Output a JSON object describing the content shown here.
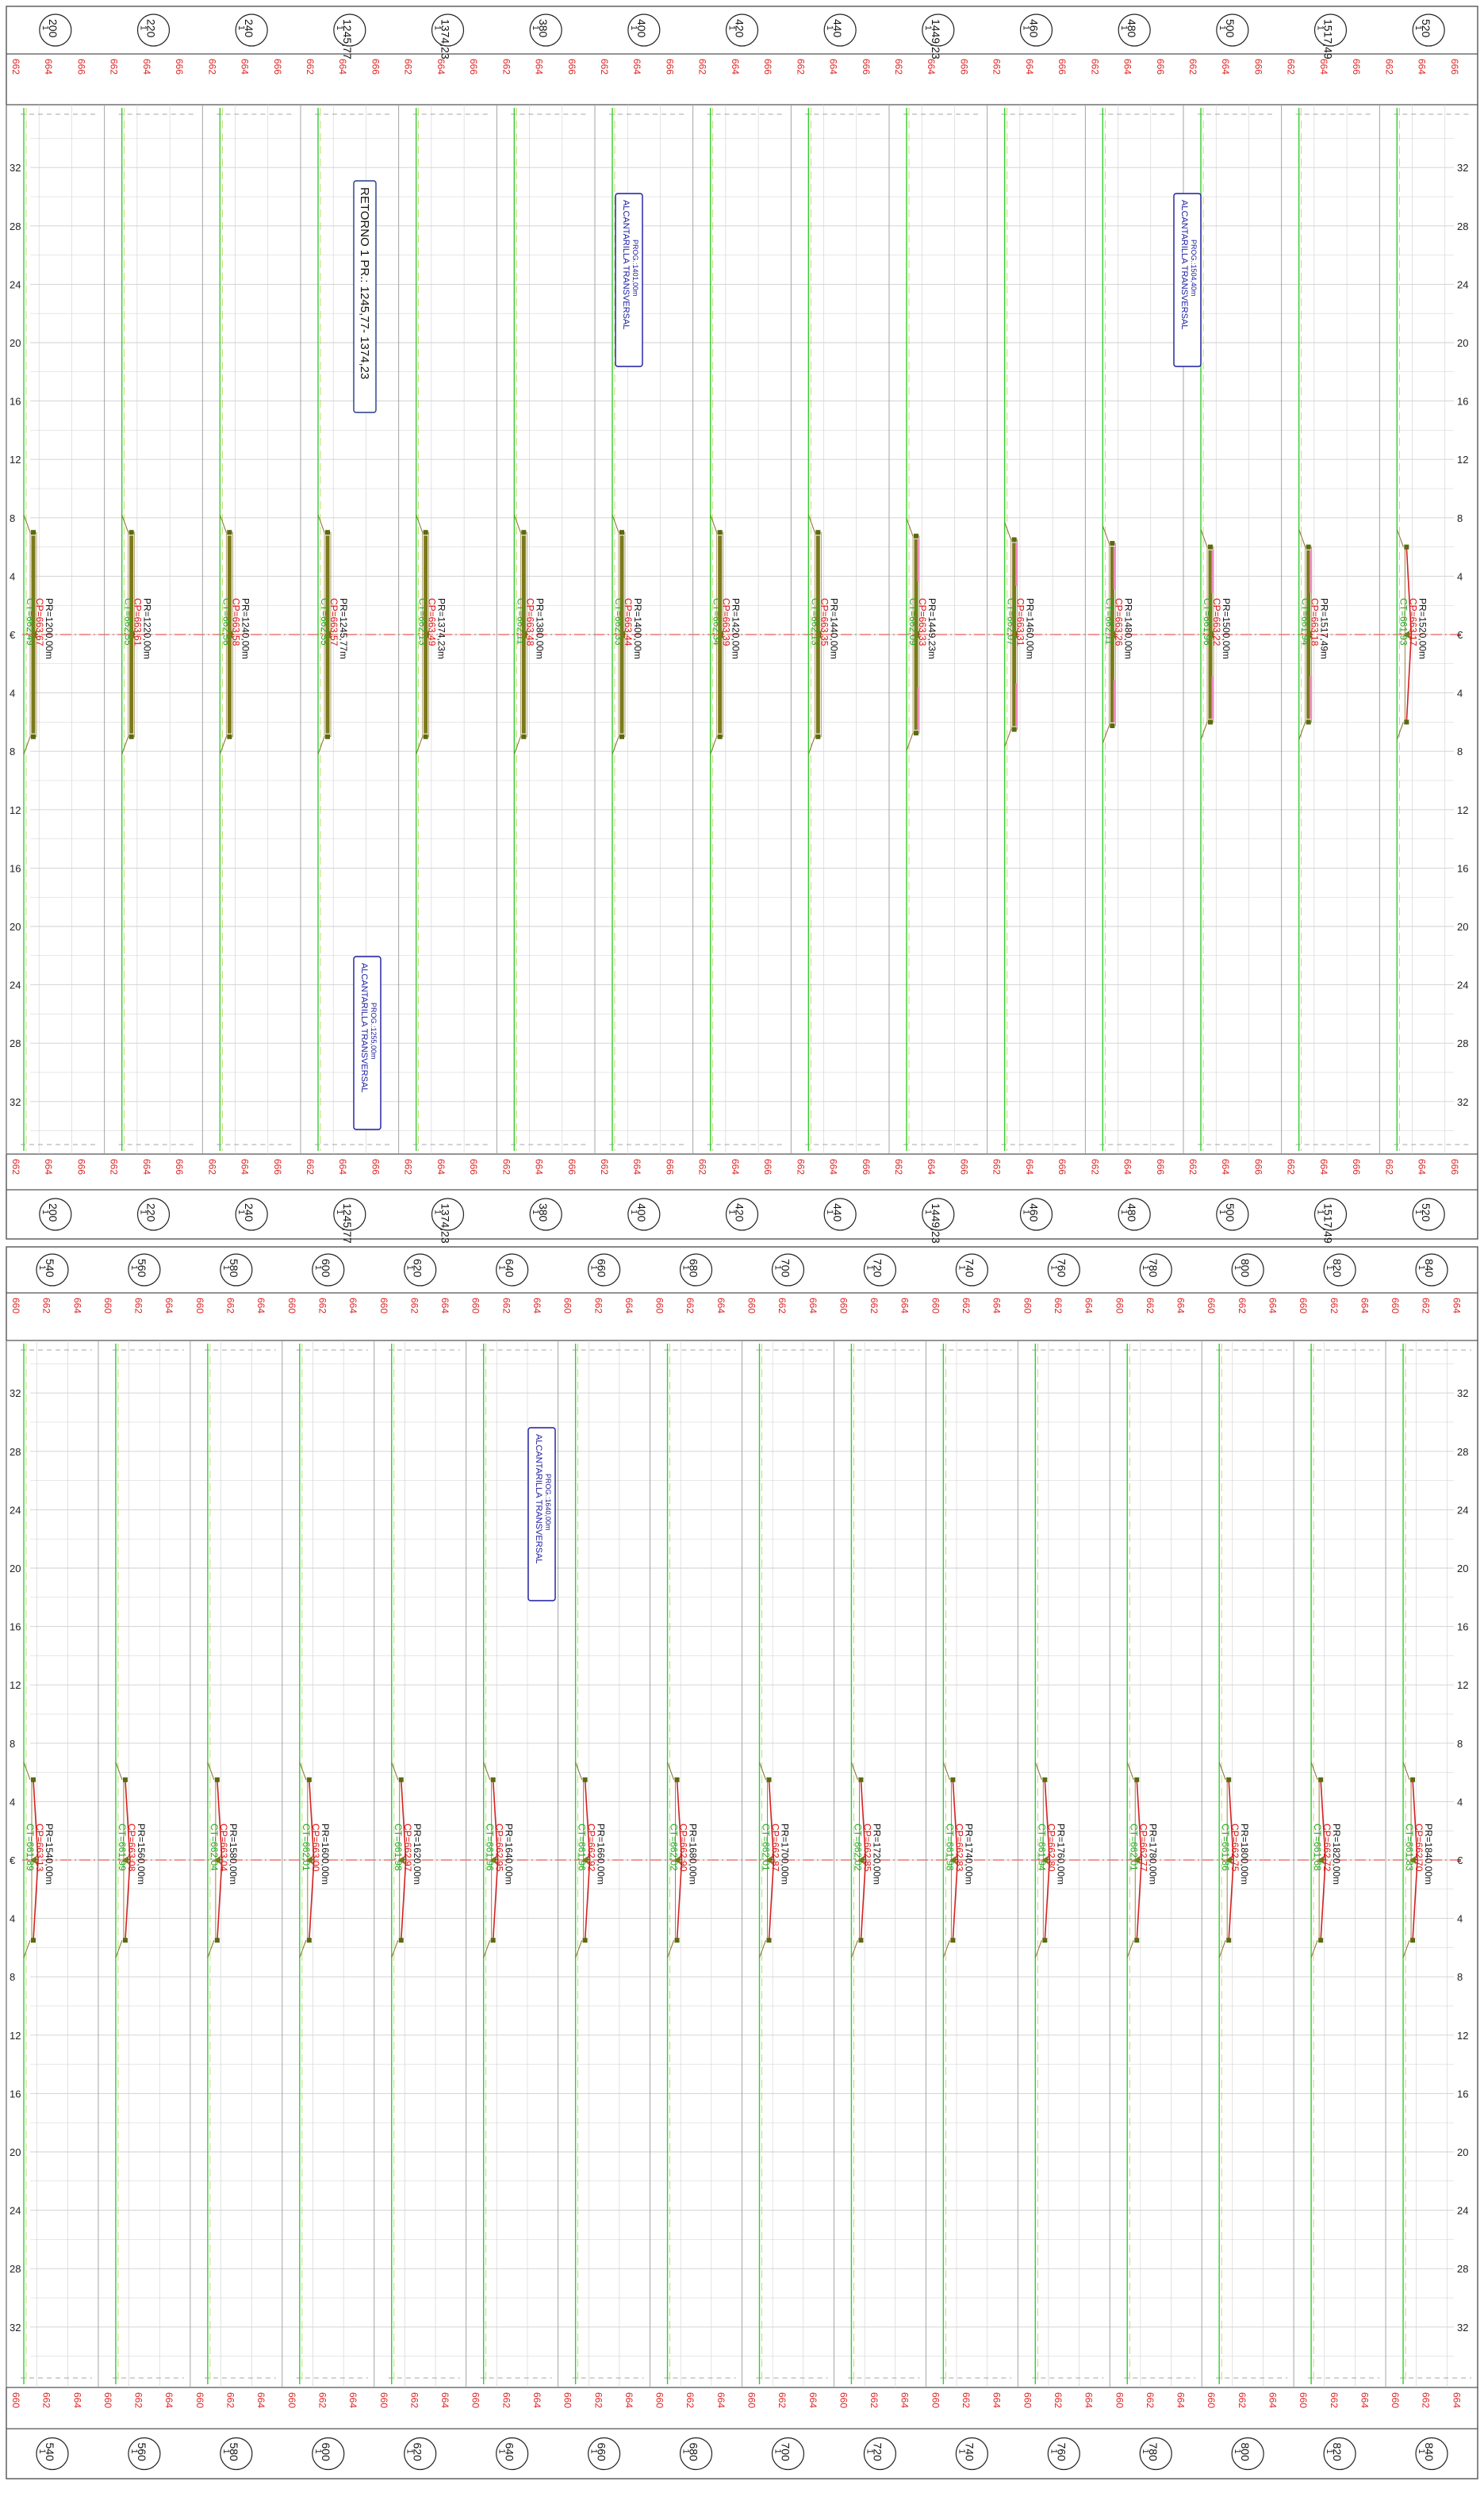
{
  "panels": [
    {
      "id": "upper",
      "sections": [
        {
          "station": "200",
          "pr": "PR=1200,00m",
          "cp": "CP=663,67",
          "ct": "CT=662,49",
          "width_m": 14,
          "style": "grade",
          "pink": false
        },
        {
          "station": "220",
          "pr": "PR=1220,00m",
          "cp": "CP=663,61",
          "ct": "CT=662,55",
          "width_m": 14,
          "style": "grade",
          "pink": false
        },
        {
          "station": "240",
          "pr": "PR=1240,00m",
          "cp": "CP=663,58",
          "ct": "CT=662,56",
          "width_m": 14,
          "style": "grade",
          "pink": false
        },
        {
          "station": "1245,77",
          "pr": "PR=1245,77m",
          "cp": "CP=663,57",
          "ct": "CT=662,55",
          "width_m": 14,
          "style": "grade",
          "pink": false
        },
        {
          "station": "1374,23",
          "pr": "PR=1374,23m",
          "cp": "CP=663,49",
          "ct": "CT=662,13",
          "width_m": 14,
          "style": "grade",
          "pink": false
        },
        {
          "station": "380",
          "pr": "PR=1380,00m",
          "cp": "CP=663,48",
          "ct": "CT=662,11",
          "width_m": 14,
          "style": "grade",
          "pink": false
        },
        {
          "station": "400",
          "pr": "PR=1400,00m",
          "cp": "CP=663,44",
          "ct": "CT=662,33",
          "width_m": 14,
          "style": "grade",
          "pink": false
        },
        {
          "station": "420",
          "pr": "PR=1420,00m",
          "cp": "CP=663,39",
          "ct": "CT=662,34",
          "width_m": 14,
          "style": "grade",
          "pink": false
        },
        {
          "station": "440",
          "pr": "PR=1440,00m",
          "cp": "CP=663,35",
          "ct": "CT=662,13",
          "width_m": 14,
          "style": "grade",
          "pink": false
        },
        {
          "station": "1449,23",
          "pr": "PR=1449,23m",
          "cp": "CP=663,33",
          "ct": "CT=662,09",
          "width_m": 13.5,
          "style": "grade",
          "pink": true
        },
        {
          "station": "460",
          "pr": "PR=1460,00m",
          "cp": "CP=663,31",
          "ct": "CT=662,07",
          "width_m": 13,
          "style": "grade",
          "pink": true
        },
        {
          "station": "480",
          "pr": "PR=1480,00m",
          "cp": "CP=663,26",
          "ct": "CT=662,11",
          "width_m": 12.5,
          "style": "grade",
          "pink": true
        },
        {
          "station": "500",
          "pr": "PR=1500,00m",
          "cp": "CP=663,22",
          "ct": "CT=661,96",
          "width_m": 12,
          "style": "grade",
          "pink": true
        },
        {
          "station": "1517,49",
          "pr": "PR=1517,49m",
          "cp": "CP=663,18",
          "ct": "CT=661,94",
          "width_m": 12,
          "style": "grade",
          "pink": true
        },
        {
          "station": "520",
          "pr": "PR=1520,00m",
          "cp": "CP=663,17",
          "ct": "CT=661,93",
          "width_m": 12,
          "style": "red",
          "pink": false
        }
      ],
      "notes": [
        {
          "title": "RETORNO 1 PR.: 1245,77- 1374,23",
          "sub": "",
          "kind": "retorno"
        },
        {
          "title": "ALCANTARILLA TRANSVERSAL",
          "sub": "PROG.:1401,00m",
          "kind": "culvert"
        },
        {
          "title": "ALCANTARILLA TRANSVERSAL",
          "sub": "PROG.:1504,40m",
          "kind": "culvert"
        },
        {
          "title": "ALCANTARILLA TRANSVERSAL",
          "sub": "PROG.:1255,00m",
          "kind": "culvert"
        }
      ]
    },
    {
      "id": "lower",
      "sections": [
        {
          "station": "540",
          "pr": "PR=1540,00m",
          "cp": "CP=663,13",
          "ct": "CT=661,89",
          "width_m": 11,
          "style": "red",
          "pink": false
        },
        {
          "station": "560",
          "pr": "PR=1560,00m",
          "cp": "CP=663,08",
          "ct": "CT=661,99",
          "width_m": 11,
          "style": "red",
          "pink": false
        },
        {
          "station": "580",
          "pr": "PR=1580,00m",
          "cp": "CP=663,04",
          "ct": "CT=662,04",
          "width_m": 11,
          "style": "red",
          "pink": false
        },
        {
          "station": "600",
          "pr": "PR=1600,00m",
          "cp": "CP=663,00",
          "ct": "CT=662,01",
          "width_m": 11,
          "style": "red",
          "pink": false
        },
        {
          "station": "620",
          "pr": "PR=1620,00m",
          "cp": "CP=662,97",
          "ct": "CT=661,98",
          "width_m": 11,
          "style": "red",
          "pink": false
        },
        {
          "station": "640",
          "pr": "PR=1640,00m",
          "cp": "CP=662,95",
          "ct": "CT=661,96",
          "width_m": 11,
          "style": "red",
          "pink": false
        },
        {
          "station": "660",
          "pr": "PR=1660,00m",
          "cp": "CP=662,92",
          "ct": "CT=661,96",
          "width_m": 11,
          "style": "red",
          "pink": false
        },
        {
          "station": "680",
          "pr": "PR=1680,00m",
          "cp": "CP=662,90",
          "ct": "CT=662,02",
          "width_m": 11,
          "style": "red",
          "pink": false
        },
        {
          "station": "700",
          "pr": "PR=1700,00m",
          "cp": "CP=662,87",
          "ct": "CT=662,01",
          "width_m": 11,
          "style": "red",
          "pink": false
        },
        {
          "station": "720",
          "pr": "PR=1720,00m",
          "cp": "CP=662,85",
          "ct": "CT=662,02",
          "width_m": 11,
          "style": "red",
          "pink": false
        },
        {
          "station": "740",
          "pr": "PR=1740,00m",
          "cp": "CP=662,83",
          "ct": "CT=661,98",
          "width_m": 11,
          "style": "red",
          "pink": false
        },
        {
          "station": "760",
          "pr": "PR=1760,00m",
          "cp": "CP=662,80",
          "ct": "CT=661,94",
          "width_m": 11,
          "style": "red",
          "pink": false
        },
        {
          "station": "780",
          "pr": "PR=1780,00m",
          "cp": "CP=662,77",
          "ct": "CT=662,01",
          "width_m": 11,
          "style": "red",
          "pink": false
        },
        {
          "station": "800",
          "pr": "PR=1800,00m",
          "cp": "CP=662,75",
          "ct": "CT=661,86",
          "width_m": 11,
          "style": "red",
          "pink": false
        },
        {
          "station": "820",
          "pr": "PR=1820,00m",
          "cp": "CP=662,72",
          "ct": "CT=661,68",
          "width_m": 11,
          "style": "red",
          "pink": false
        },
        {
          "station": "840",
          "pr": "PR=1840,00m",
          "cp": "CP=662,70",
          "ct": "CT=661,83",
          "width_m": 11,
          "style": "red",
          "pink": false
        }
      ],
      "notes": [
        {
          "title": "ALCANTARILLA TRANSVERSAL",
          "sub": "PROG.:1640,00m",
          "kind": "culvert"
        }
      ]
    }
  ],
  "scale": {
    "offset_labels": [
      "32",
      "28",
      "24",
      "20",
      "16",
      "12",
      "8",
      "4",
      "€",
      "4",
      "8",
      "12",
      "16",
      "20",
      "24",
      "28",
      "32"
    ],
    "elev_labels_upper": [
      "662",
      "664",
      "666"
    ],
    "elev_labels_lower": [
      "660",
      "662",
      "664"
    ],
    "station_prefix": "1"
  },
  "colors": {
    "grid": "#cfcfcf",
    "frame": "#555555",
    "terrain": "#33cc33",
    "grade": "#7a7a1a",
    "pink": "#f08cc0",
    "red": "#d42020",
    "axis": "#e33030",
    "note": "#1a1aa0",
    "cp_text": "#e01010",
    "ct_text": "#22aa22"
  }
}
